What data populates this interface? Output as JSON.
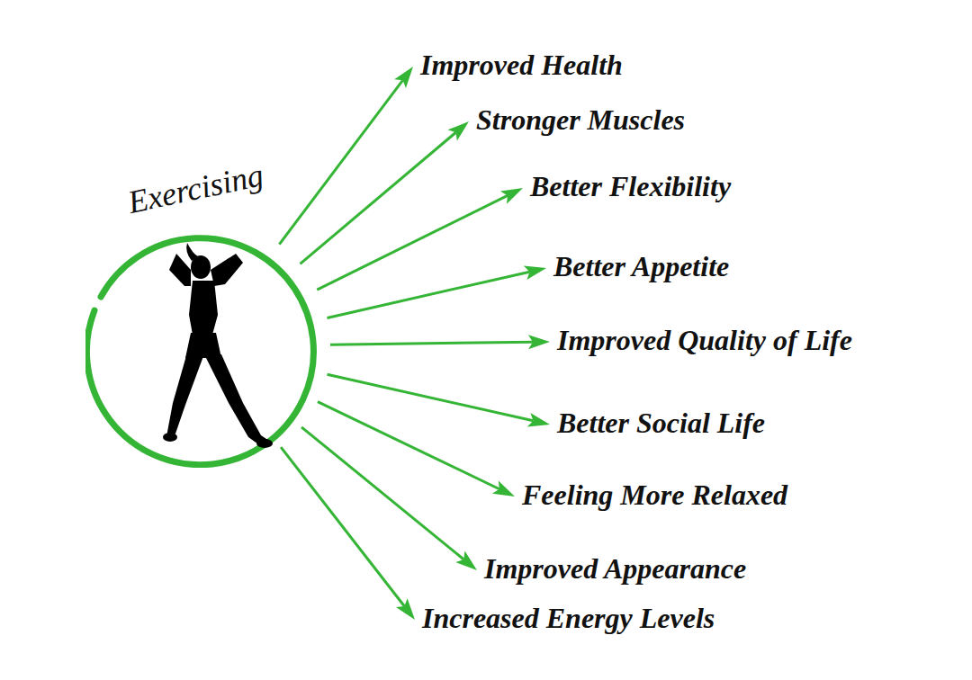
{
  "diagram": {
    "nodes": [
      {
        "text": [
          "Exercising"
        ]
      },
      {
        "text": [
          "Improved Health"
        ]
      },
      {
        "text": [
          "Stronger Muscles"
        ]
      },
      {
        "text": [
          "Better Flexibility"
        ]
      },
      {
        "text": [
          "Better Appetite"
        ]
      },
      {
        "text": [
          "Improved Quality of Life"
        ]
      },
      {
        "text": [
          "Better Social Life"
        ]
      },
      {
        "text": [
          "Feeling More Relaxed"
        ]
      },
      {
        "text": [
          "Improved Appearance"
        ]
      },
      {
        "text": [
          "Increased Energy Levels"
        ]
      }
    ],
    "edges": [
      {
        "from": 0,
        "to": 1,
        "arrow": "to"
      },
      {
        "from": 0,
        "to": 2,
        "arrow": "to"
      },
      {
        "from": 0,
        "to": 3,
        "arrow": "to"
      },
      {
        "from": 0,
        "to": 4,
        "arrow": "to"
      },
      {
        "from": 0,
        "to": 5,
        "arrow": "to"
      },
      {
        "from": 0,
        "to": 6,
        "arrow": "to"
      },
      {
        "from": 0,
        "to": 7,
        "arrow": "to"
      },
      {
        "from": 0,
        "to": 8,
        "arrow": "to"
      },
      {
        "from": 0,
        "to": 9,
        "arrow": "to"
      }
    ]
  }
}
